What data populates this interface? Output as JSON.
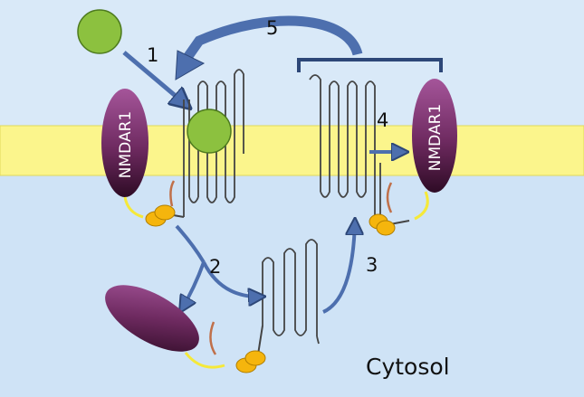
{
  "labels": {
    "receptor_left": "NMDAR1",
    "receptor_right": "NMDAR1",
    "region": "Cytosol"
  },
  "steps": [
    {
      "number": "1"
    },
    {
      "number": "2"
    },
    {
      "number": "3"
    },
    {
      "number": "4"
    },
    {
      "number": "5"
    }
  ],
  "colors": {
    "background": "#dbe9f7",
    "cytosol": "#cfe3f6",
    "membrane": "#fbf58c",
    "membrane_edge": "#e0d95a",
    "ligand": "#8cc13f",
    "ligand_edge": "#4d7a1e",
    "receptor_dark": "#3a0f2f",
    "receptor_light": "#9b4a8c",
    "arrow": "#4d6fae",
    "arrow_edge": "#2d4778",
    "protein_line": "#444444",
    "anchor": "#f5b50d",
    "anchor_edge": "#b07e00",
    "tail_yellow": "#f5e93a",
    "tail_orange": "#c0704a"
  }
}
